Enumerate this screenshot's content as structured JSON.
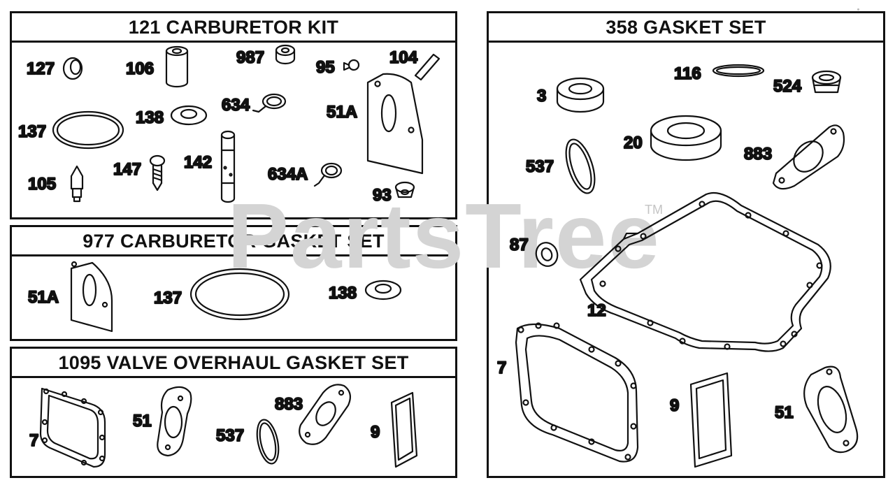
{
  "watermark": {
    "text": "PartsTree",
    "tm": "TM"
  },
  "panels": [
    {
      "id": "carburetor-kit",
      "title": "121 CARBURETOR KIT",
      "parts": [
        "127",
        "106",
        "987",
        "95",
        "104",
        "137",
        "138",
        "634",
        "51A",
        "105",
        "147",
        "142",
        "634A",
        "93"
      ]
    },
    {
      "id": "carburetor-gasket-set",
      "title": "977 CARBURETOR GASKET SET",
      "parts": [
        "51A",
        "137",
        "138"
      ]
    },
    {
      "id": "valve-overhaul-gasket-set",
      "title": "1095 VALVE OVERHAUL GASKET SET",
      "parts": [
        "7",
        "51",
        "537",
        "883",
        "9"
      ]
    },
    {
      "id": "gasket-set",
      "title": "358 GASKET SET",
      "parts": [
        "116",
        "524",
        "3",
        "20",
        "883",
        "537",
        "87",
        "12",
        "7",
        "9",
        "51"
      ]
    }
  ]
}
